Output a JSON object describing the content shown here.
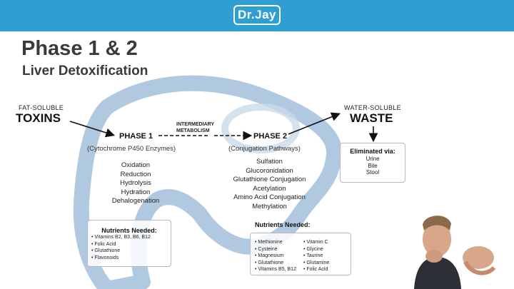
{
  "header": {
    "logo_text": "Dr.Jay",
    "bar_color": "#2f9fd3"
  },
  "slide": {
    "title": "Phase 1 & 2",
    "subtitle": "Liver Detoxification",
    "left": {
      "caption": "FAT-SOLUBLE",
      "label": "TOXINS"
    },
    "right": {
      "caption": "WATER-SOLUBLE",
      "label": "WASTE"
    },
    "middle_caption": [
      "INTERMEDIARY",
      "METABOLISM"
    ],
    "phase1": {
      "title": "PHASE 1",
      "subtitle": "(Cytochrome P450 Enzymes)",
      "processes": [
        "Oxidation",
        "Reduction",
        "Hydrolysis",
        "Hydration",
        "Dehalogenation"
      ]
    },
    "phase2": {
      "title": "PHASE 2",
      "subtitle": "(Conjugation Pathways)",
      "processes": [
        "Sulfation",
        "Glucoronidation",
        "Glutathione Conjugation",
        "Acetylation",
        "Amino Acid Conjugation",
        "Methylation"
      ]
    },
    "eliminated": {
      "title": "Eliminated via:",
      "items": [
        "Urine",
        "Bile",
        "Stool"
      ]
    },
    "nutrients1": {
      "title": "Nutrients Needed:",
      "items": [
        "• Vitamins B2, B3, B6, B12",
        "• Folic Acid",
        "• Glutathione",
        "• Flavonoids"
      ]
    },
    "nutrients2": {
      "title": "Nutrients Needed:",
      "col1": [
        "• Methionine",
        "• Cysteine",
        "• Magnesium",
        "• Glutathione",
        "• Vitamins B5, B12"
      ],
      "col2": [
        "• Vitamin C",
        "• Glycine",
        "• Taurine",
        "• Glutamine",
        "• Folic Acid"
      ]
    },
    "colors": {
      "liver_outline": "#a9c3dd",
      "text_dark": "#3a3a3a"
    }
  }
}
